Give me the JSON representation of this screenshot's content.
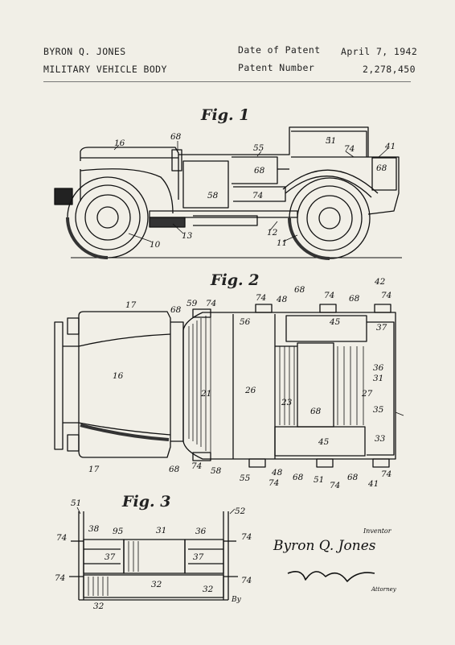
{
  "header": {
    "inventor_name": "BYRON Q. JONES",
    "title": "MILITARY VEHICLE BODY",
    "date_label": "Date of Patent",
    "date_value": "April 7, 1942",
    "number_label": "Patent Number",
    "number_value": "2,278,450"
  },
  "figures": {
    "fig1": "Fig. 1",
    "fig2": "Fig. 2",
    "fig3": "Fig. 3"
  },
  "signature": {
    "inventor_label": "Inventor",
    "inventor_name": "Byron Q. Jones",
    "attorney_label": "Attorney",
    "by_label": "By"
  },
  "fig1_refs": [
    "68",
    "16",
    "55",
    "51",
    "74",
    "41",
    "68",
    "68",
    "74",
    "58",
    "12",
    "13",
    "10",
    "11"
  ],
  "fig2_refs": [
    "17",
    "68",
    "59",
    "74",
    "74",
    "48",
    "68",
    "74",
    "68",
    "42",
    "74",
    "56",
    "45",
    "37",
    "16",
    "21",
    "26",
    "36",
    "31",
    "27",
    "23",
    "68",
    "35",
    "45",
    "33",
    "17",
    "68",
    "74",
    "58",
    "55",
    "48",
    "74",
    "68",
    "51",
    "74",
    "68",
    "41",
    "74"
  ],
  "fig3_refs": [
    "51",
    "52",
    "74",
    "38",
    "95",
    "31",
    "36",
    "74",
    "37",
    "37",
    "74",
    "32",
    "74",
    "32",
    "32"
  ]
}
